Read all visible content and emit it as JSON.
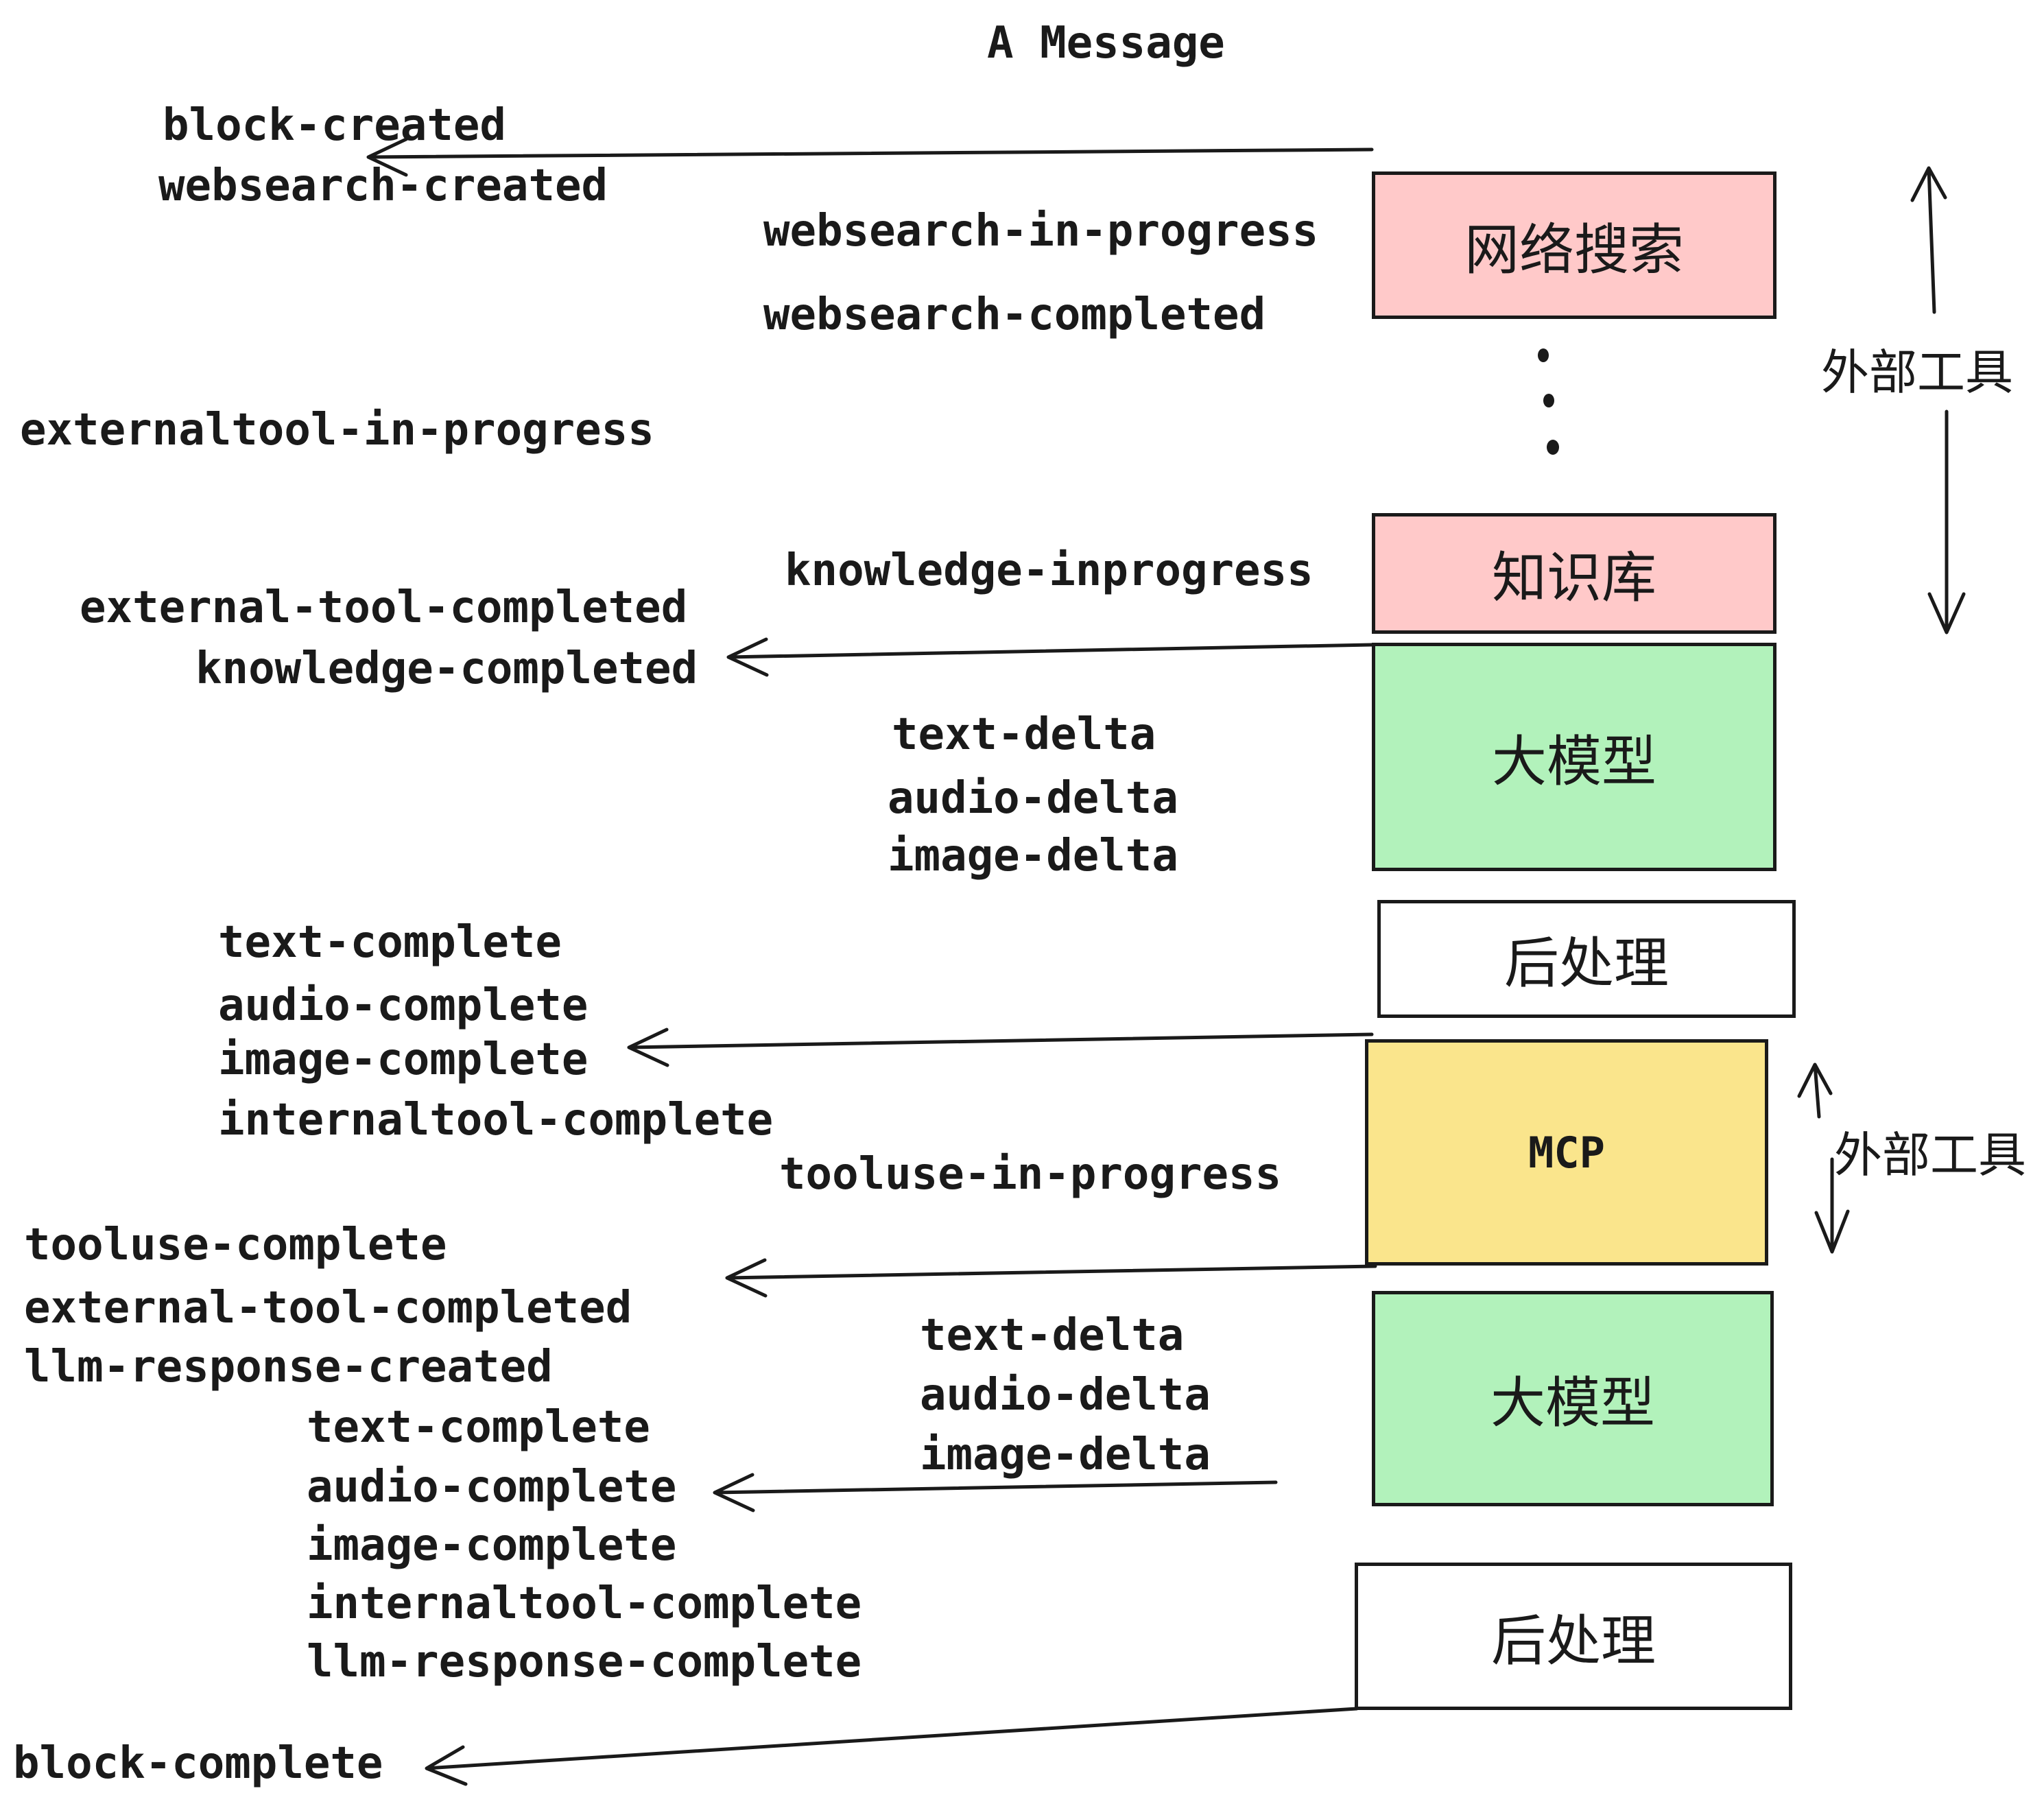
{
  "title": "A Message",
  "colors": {
    "ink": "#1a1a1a",
    "pink": "#ffc9c9",
    "green": "#b2f2bb",
    "yellow": "#fae58c",
    "white": "#ffffff"
  },
  "events": {
    "block_created": "block-created",
    "websearch_created": "websearch-created",
    "websearch_in_progress": "websearch-in-progress",
    "websearch_completed": "websearch-completed",
    "externaltool_in_progress": "externaltool-in-progress",
    "knowledge_inprogress": "knowledge-inprogress",
    "external_tool_completed": "external-tool-completed",
    "knowledge_completed": "knowledge-completed",
    "text_delta": "text-delta",
    "audio_delta": "audio-delta",
    "image_delta": "image-delta",
    "text_complete": "text-complete",
    "audio_complete": "audio-complete",
    "image_complete": "image-complete",
    "internaltool_complete": "internaltool-complete",
    "tooluse_in_progress": "tooluse-in-progress",
    "tooluse_complete": "tooluse-complete",
    "external_tool_completed_2": "external-tool-completed",
    "llm_response_created": "llm-response-created",
    "text_complete_2": "text-complete",
    "audio_complete_2": "audio-complete",
    "image_complete_2": "image-complete",
    "internaltool_complete_2": "internaltool-complete",
    "llm_response_complete": "llm-response-complete",
    "block_complete": "block-complete",
    "text_delta_2": "text-delta",
    "audio_delta_2": "audio-delta",
    "image_delta_2": "image-delta"
  },
  "boxes": {
    "websearch": {
      "label": "网络搜索",
      "fill": "#ffc9c9"
    },
    "knowledge": {
      "label": "知识库",
      "fill": "#ffc9c9"
    },
    "llm1": {
      "label": "大模型",
      "fill": "#b2f2bb"
    },
    "post1": {
      "label": "后处理",
      "fill": "#ffffff"
    },
    "mcp": {
      "label": "MCP",
      "fill": "#fae58c"
    },
    "llm2": {
      "label": "大模型",
      "fill": "#b2f2bb"
    },
    "post2": {
      "label": "后处理",
      "fill": "#ffffff"
    }
  },
  "annotations": {
    "external_tools_top": "外部工具",
    "external_tools_bottom": "外部工具"
  }
}
